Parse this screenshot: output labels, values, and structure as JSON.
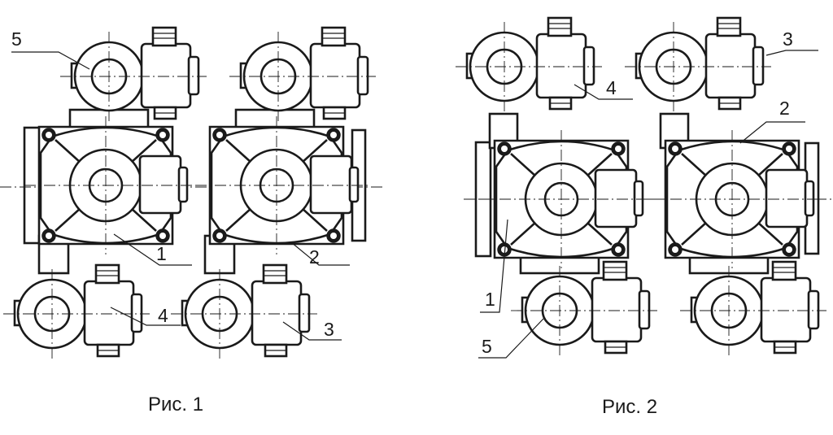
{
  "figures": [
    {
      "caption": "Рис. 1",
      "callouts": {
        "one": "1",
        "two": "2",
        "three": "3",
        "four": "4",
        "five": "5"
      }
    },
    {
      "caption": "Рис. 2",
      "callouts": {
        "one": "1",
        "two": "2",
        "three": "3",
        "four": "4",
        "five": "5"
      }
    }
  ]
}
